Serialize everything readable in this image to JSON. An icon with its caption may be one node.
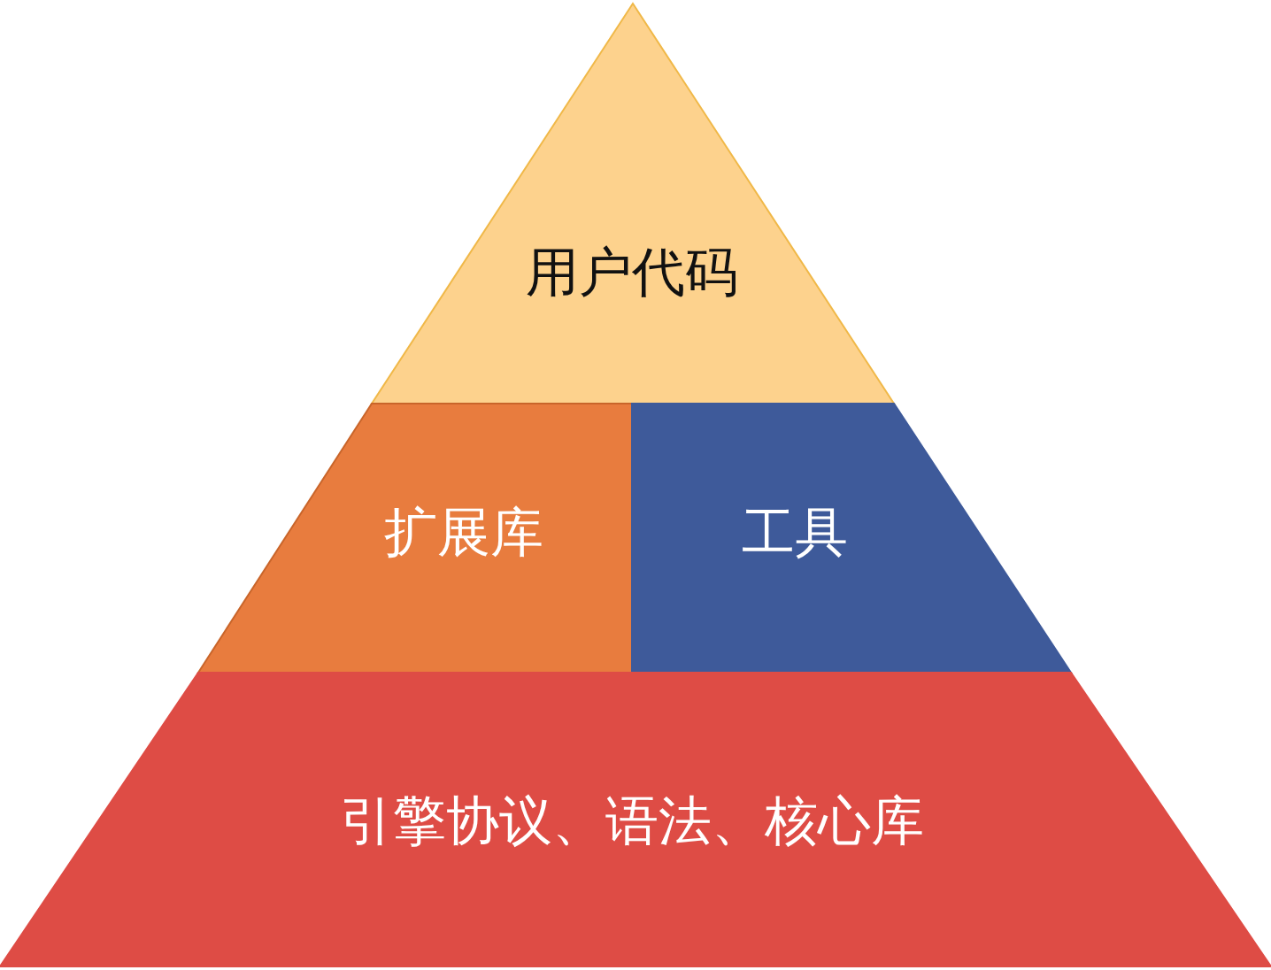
{
  "diagram": {
    "nodes": [
      {
        "text": [
          "用户代码"
        ]
      },
      {
        "text": [
          "扩展库"
        ]
      },
      {
        "text": [
          "工具"
        ]
      },
      {
        "text": [
          "引擎协议、语法、核心库"
        ]
      }
    ]
  }
}
